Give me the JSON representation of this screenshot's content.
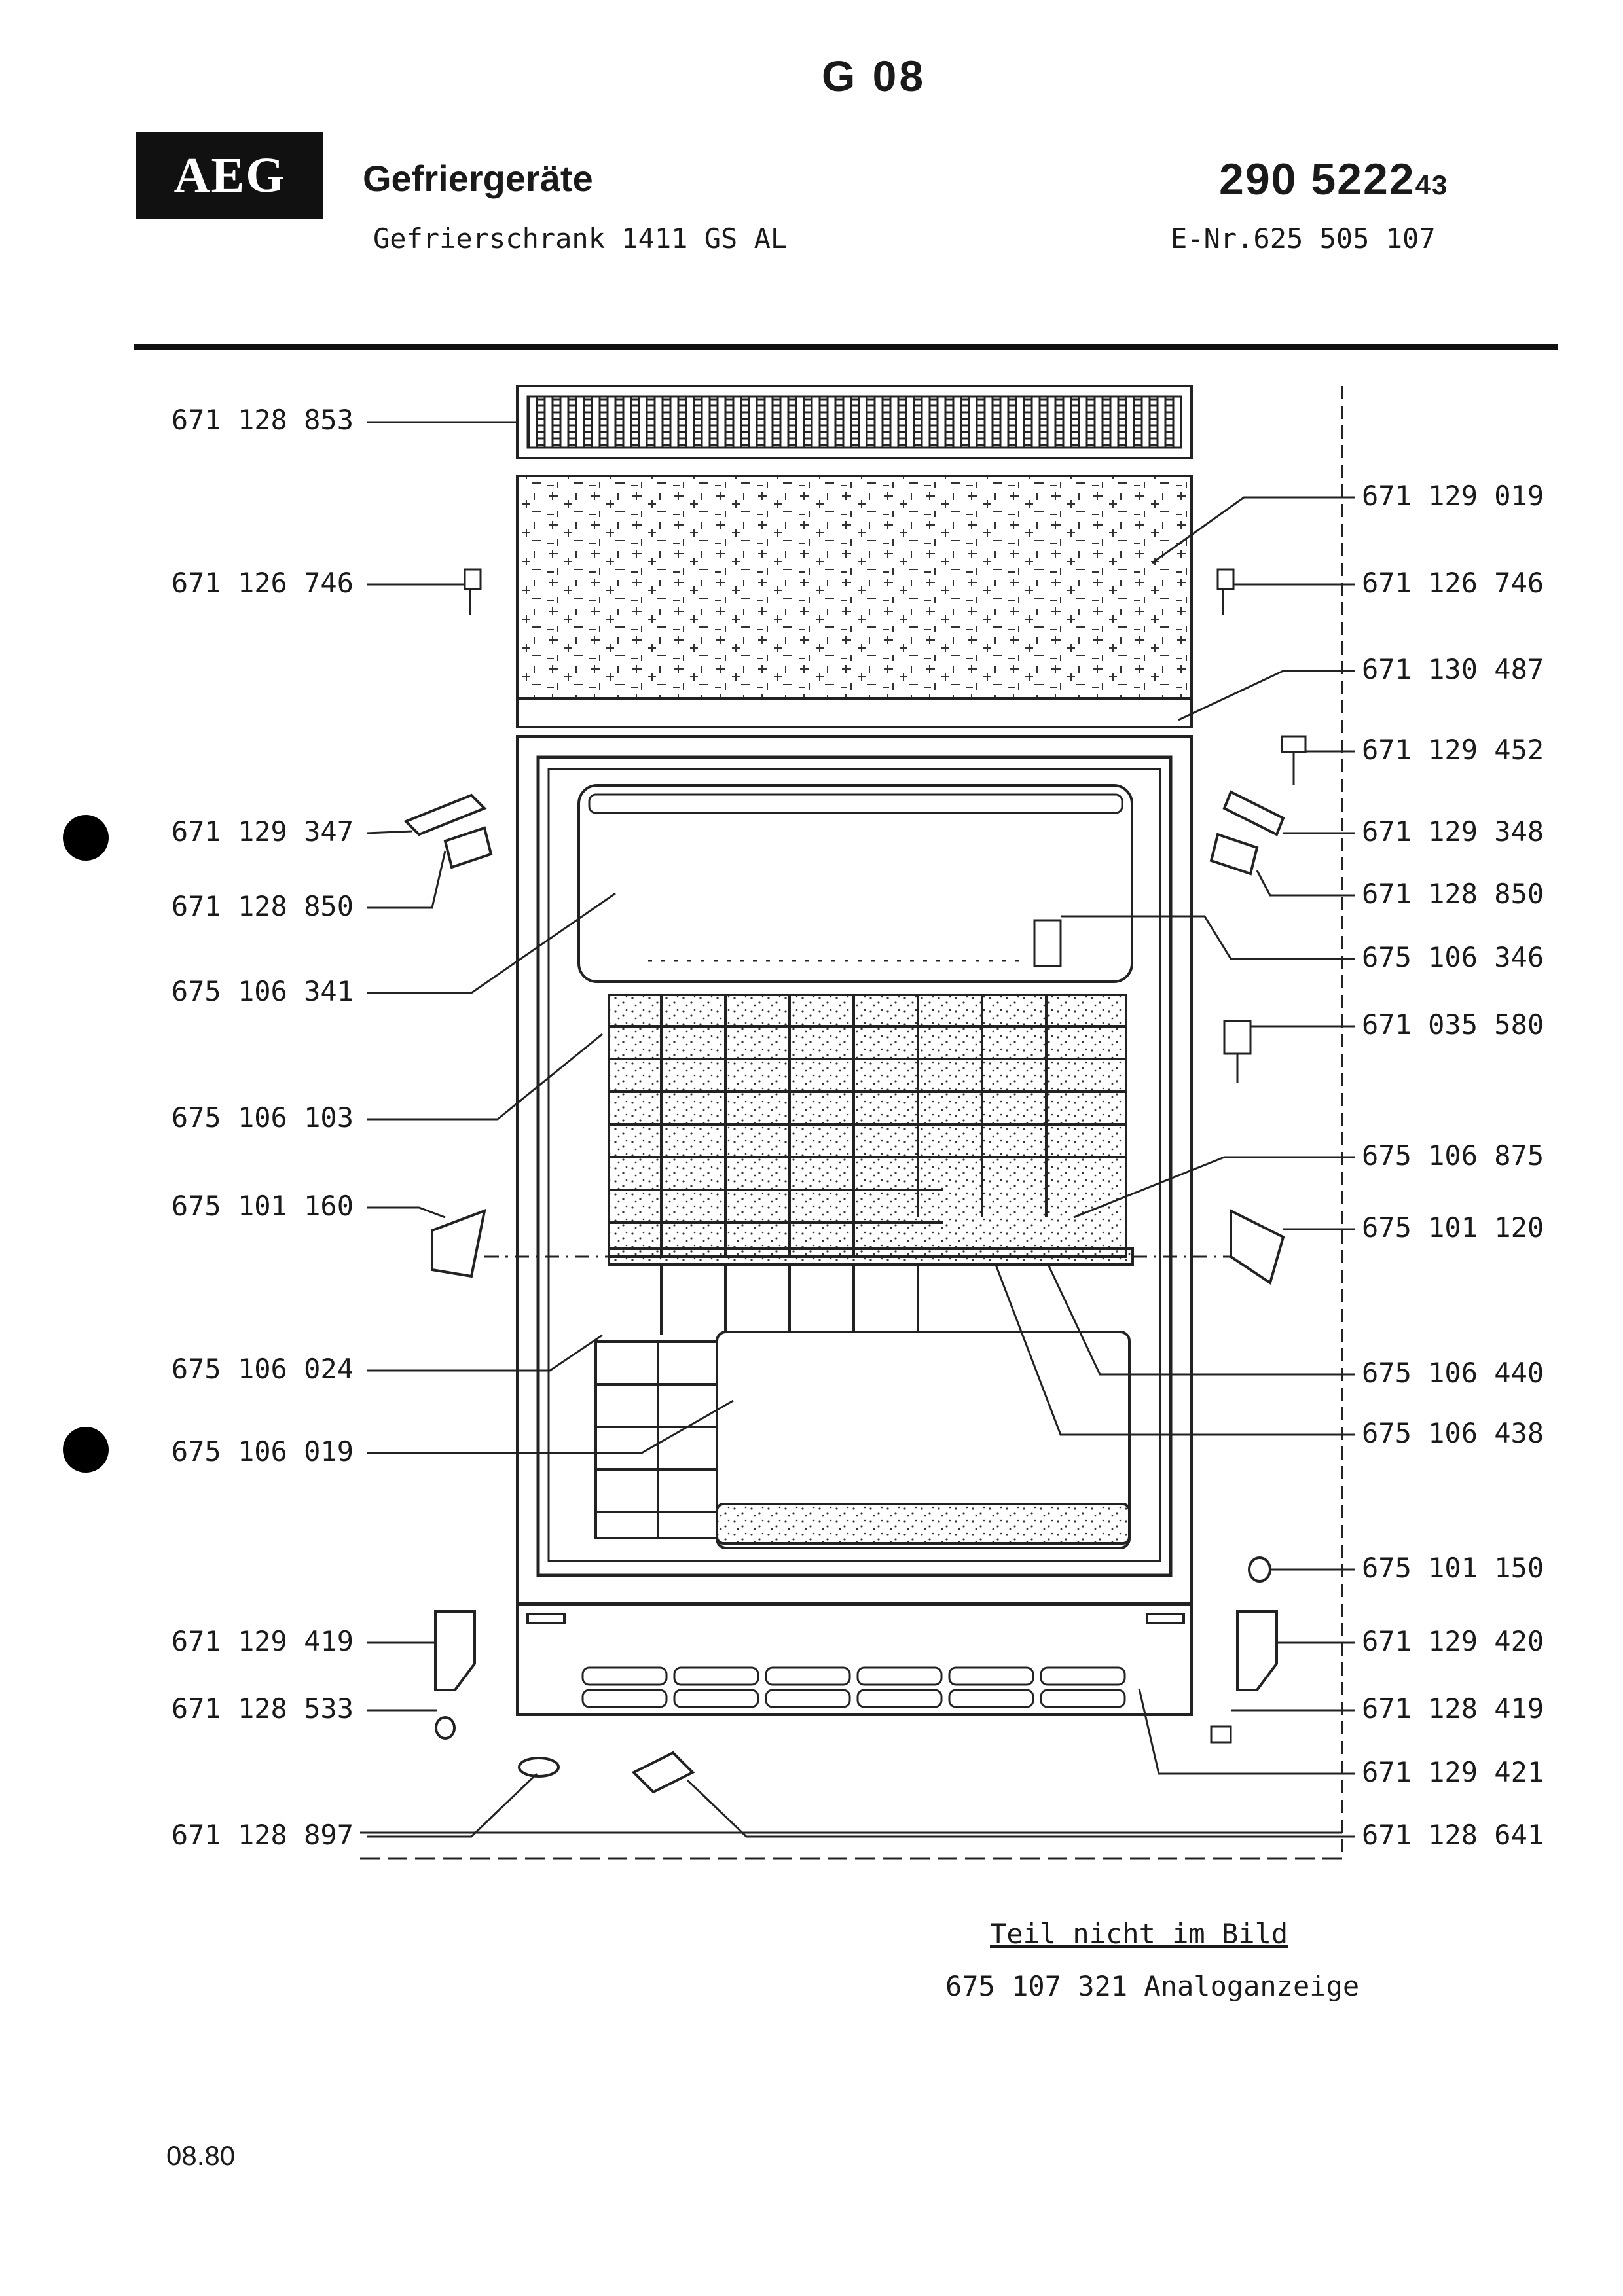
{
  "header": {
    "sheet_code": "G 08",
    "brand": "AEG",
    "category": "Gefriergeräte",
    "model": "Gefrierschrank 1411 GS AL",
    "doc_number": "290 5222",
    "doc_suffix": "43",
    "e_number": "E-Nr.625 505 107"
  },
  "parts_left": [
    "671 128 853",
    "671 126 746",
    "671 129 347",
    "671 128 850",
    "675 106 341",
    "675 106 103",
    "675 101 160",
    "675 106 024",
    "675 106 019",
    "671 129 419",
    "671 128 533",
    "671 128 897"
  ],
  "parts_right": [
    "671 129 019",
    "671 126 746",
    "671 130 487",
    "671 129 452",
    "671 129 348",
    "671 128 850",
    "675 106 346",
    "671 035 580",
    "675 106 875",
    "675 101 120",
    "675 106 440",
    "675 106 438",
    "675 101 150",
    "671 129 420",
    "671 128 419",
    "671 129 421",
    "671 128 641"
  ],
  "note": {
    "title": "Teil nicht im Bild",
    "item": "675 107 321 Analoganzeige"
  },
  "footer": {
    "date": "08.80"
  }
}
